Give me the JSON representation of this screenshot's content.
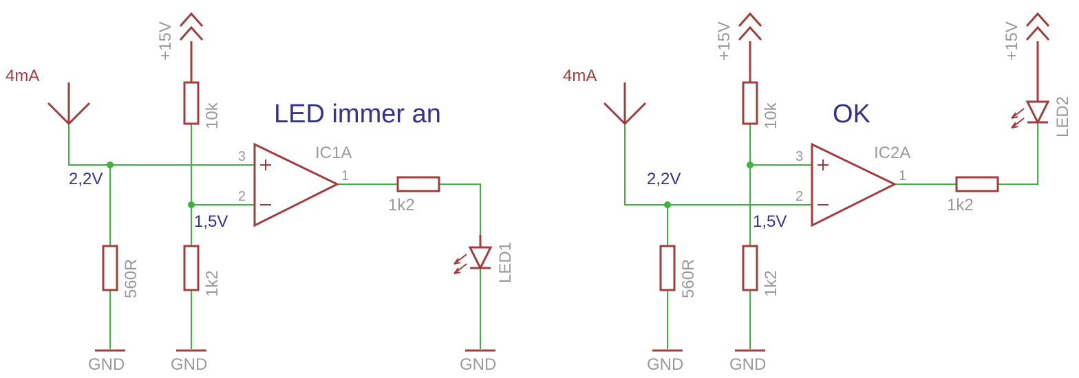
{
  "left": {
    "title": "LED immer an",
    "source_label": "4mA",
    "supply_label": "+15V",
    "r_top_label": "10k",
    "r_bottom_label": "1k2",
    "r_sense_label": "560R",
    "r_out_label": "1k2",
    "opamp_label": "IC1A",
    "pin_plus": "3",
    "pin_minus": "2",
    "pin_out": "1",
    "node_input_voltage": "2,2V",
    "node_ref_voltage": "1,5V",
    "led_label": "LED1",
    "gnd_1": "GND",
    "gnd_2": "GND",
    "gnd_3": "GND"
  },
  "right": {
    "title": "OK",
    "source_label": "4mA",
    "supply_label_1": "+15V",
    "supply_label_2": "+15V",
    "r_top_label": "10k",
    "r_bottom_label": "1k2",
    "r_sense_label": "560R",
    "r_out_label": "1k2",
    "opamp_label": "IC2A",
    "pin_plus": "3",
    "pin_minus": "2",
    "pin_out": "1",
    "node_input_voltage": "2,2V",
    "node_ref_voltage": "1,5V",
    "led_label": "LED2",
    "gnd_1": "GND",
    "gnd_2": "GND"
  }
}
